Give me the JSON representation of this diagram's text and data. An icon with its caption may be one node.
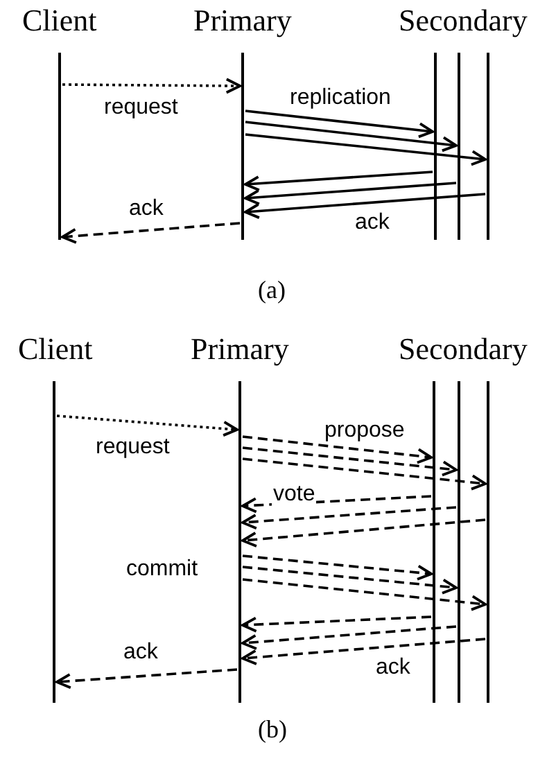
{
  "diagram": {
    "nodes": [
      {
        "text": [
          "Client"
        ]
      },
      {
        "text": [
          "Primary"
        ]
      },
      {
        "text": [
          "Secondary"
        ]
      },
      {
        "text": [],
        "shape": "bar"
      },
      {
        "text": [],
        "shape": "bar"
      },
      {
        "text": [
          "Client"
        ]
      },
      {
        "text": [
          "Primary"
        ]
      },
      {
        "text": [
          "Secondary"
        ]
      },
      {
        "text": [],
        "shape": "bar"
      },
      {
        "text": [],
        "shape": "bar"
      }
    ],
    "edges": [
      {
        "from": 0,
        "to": 1,
        "arrow": "to",
        "style": "dashed",
        "label": "request"
      },
      {
        "from": 1,
        "to": 2,
        "arrow": "to",
        "label": "replication"
      },
      {
        "from": 1,
        "to": 3,
        "arrow": "to"
      },
      {
        "from": 1,
        "to": 4,
        "arrow": "to"
      },
      {
        "from": 2,
        "to": 1,
        "arrow": "to"
      },
      {
        "from": 3,
        "to": 1,
        "arrow": "to"
      },
      {
        "from": 4,
        "to": 1,
        "arrow": "to",
        "label": "ack"
      },
      {
        "from": 1,
        "to": 0,
        "arrow": "to",
        "style": "dashed",
        "label": "ack"
      },
      {
        "from": 5,
        "to": 6,
        "arrow": "to",
        "style": "dashed",
        "label": "request"
      },
      {
        "from": 6,
        "to": 7,
        "arrow": "to",
        "style": "dashed",
        "label": "propose"
      },
      {
        "from": 6,
        "to": 8,
        "arrow": "to",
        "style": "dashed"
      },
      {
        "from": 6,
        "to": 9,
        "arrow": "to",
        "style": "dashed"
      },
      {
        "from": 7,
        "to": 6,
        "arrow": "to",
        "style": "dashed",
        "label": "vote"
      },
      {
        "from": 8,
        "to": 6,
        "arrow": "to",
        "style": "dashed"
      },
      {
        "from": 9,
        "to": 6,
        "arrow": "to",
        "style": "dashed"
      },
      {
        "from": 6,
        "to": 7,
        "arrow": "to",
        "style": "dashed",
        "label": "commit"
      },
      {
        "from": 6,
        "to": 8,
        "arrow": "to",
        "style": "dashed"
      },
      {
        "from": 6,
        "to": 9,
        "arrow": "to",
        "style": "dashed"
      },
      {
        "from": 7,
        "to": 6,
        "arrow": "to",
        "style": "dashed"
      },
      {
        "from": 8,
        "to": 6,
        "arrow": "to",
        "style": "dashed"
      },
      {
        "from": 9,
        "to": 6,
        "arrow": "to",
        "style": "dashed",
        "label": "ack"
      },
      {
        "from": 6,
        "to": 5,
        "arrow": "to",
        "style": "dashed",
        "label": "ack"
      }
    ],
    "labels": [
      "(a)",
      "(b)"
    ]
  }
}
